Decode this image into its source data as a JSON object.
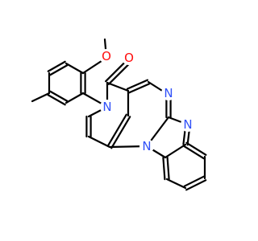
{
  "molecule": {
    "atoms": [
      {
        "label": "O",
        "color": "#ff0d0d"
      },
      {
        "label": "O",
        "color": "#ff0d0d"
      },
      {
        "label": "N",
        "color": "#3050f8"
      },
      {
        "label": "N",
        "color": "#3050f8"
      },
      {
        "label": "N",
        "color": "#3050f8"
      },
      {
        "label": "N",
        "color": "#3050f8"
      }
    ]
  },
  "colors": {
    "bond": "#000000",
    "oxygen": "#ff0d0d",
    "nitrogen": "#3050f8",
    "background": "#ffffff"
  }
}
